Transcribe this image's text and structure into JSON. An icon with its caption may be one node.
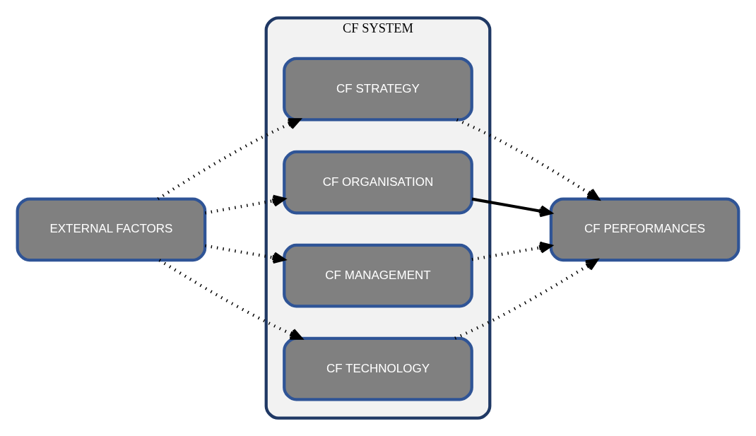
{
  "diagram": {
    "nodes": [
      {
        "text": [
          "CF SYSTEM"
        ]
      },
      {
        "text": [
          "EXTERNAL FACTORS"
        ]
      },
      {
        "text": [
          "CF STRATEGY"
        ],
        "in": 0
      },
      {
        "text": [
          "CF ORGANISATION"
        ],
        "in": 0
      },
      {
        "text": [
          "CF MANAGEMENT"
        ],
        "in": 0
      },
      {
        "text": [
          "CF TECHNOLOGY"
        ],
        "in": 0
      },
      {
        "text": [
          "CF PERFORMANCES"
        ]
      }
    ],
    "edges": [
      {
        "from": 1,
        "to": 2,
        "arrow": "to",
        "style": "dashed"
      },
      {
        "from": 1,
        "to": 3,
        "arrow": "to",
        "style": "dashed"
      },
      {
        "from": 1,
        "to": 4,
        "arrow": "to",
        "style": "dashed"
      },
      {
        "from": 1,
        "to": 5,
        "arrow": "to",
        "style": "dashed"
      },
      {
        "from": 2,
        "to": 6,
        "arrow": "to",
        "style": "dashed"
      },
      {
        "from": 3,
        "to": 6,
        "arrow": "to"
      },
      {
        "from": 4,
        "to": 6,
        "arrow": "to",
        "style": "dashed"
      },
      {
        "from": 5,
        "to": 6,
        "arrow": "to",
        "style": "dashed"
      }
    ]
  }
}
